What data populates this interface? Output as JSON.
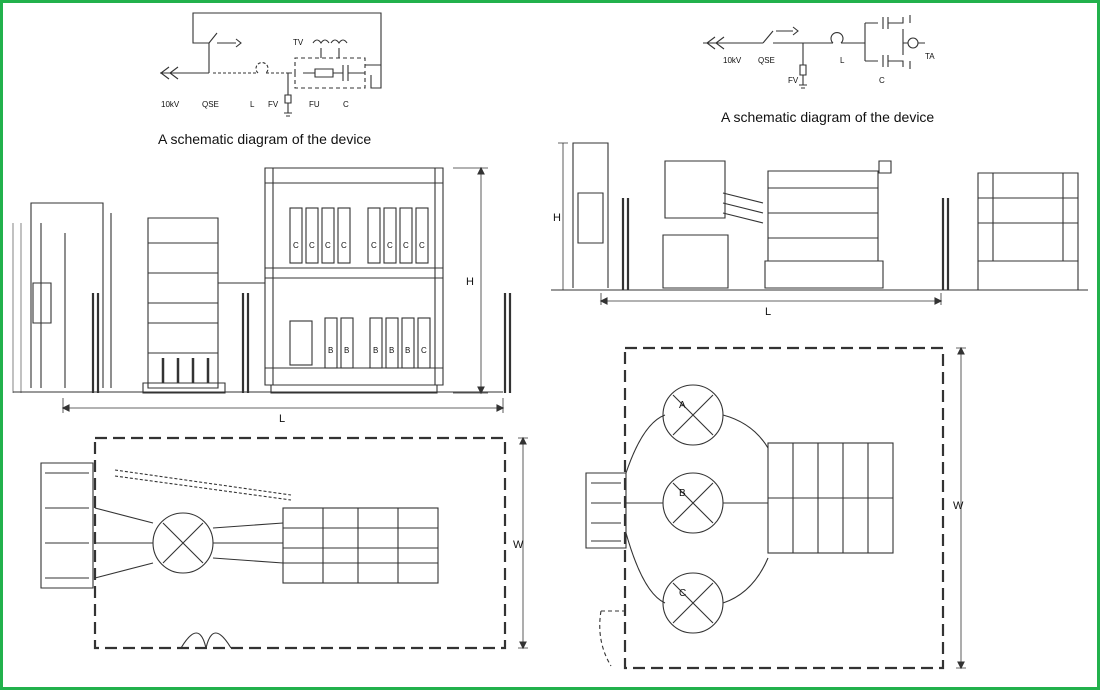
{
  "border_color": "#22b14c",
  "line_color": "#333333",
  "captions": {
    "left": "A schematic diagram of the device",
    "right": "A schematic diagram of the device"
  },
  "schematic_left": {
    "voltage": "10kV",
    "qse": "QSE",
    "l": "L",
    "fv": "FV",
    "fu": "FU",
    "c": "C",
    "tv": "TV"
  },
  "schematic_right": {
    "voltage": "10kV",
    "qse": "QSE",
    "l": "L",
    "fv": "FV",
    "c": "C",
    "ta": "TA"
  },
  "dimensions": {
    "left_h": "H",
    "left_l": "L",
    "left_w": "W",
    "right_h": "H",
    "right_l": "L",
    "right_w": "W"
  },
  "capacitor_labels": {
    "top_row": [
      "C",
      "C",
      "C",
      "C",
      "C",
      "C",
      "C",
      "C"
    ],
    "bottom_row": [
      "B",
      "B",
      "B",
      "B",
      "B",
      "C"
    ]
  },
  "phase_labels": [
    "A",
    "B",
    "C"
  ]
}
